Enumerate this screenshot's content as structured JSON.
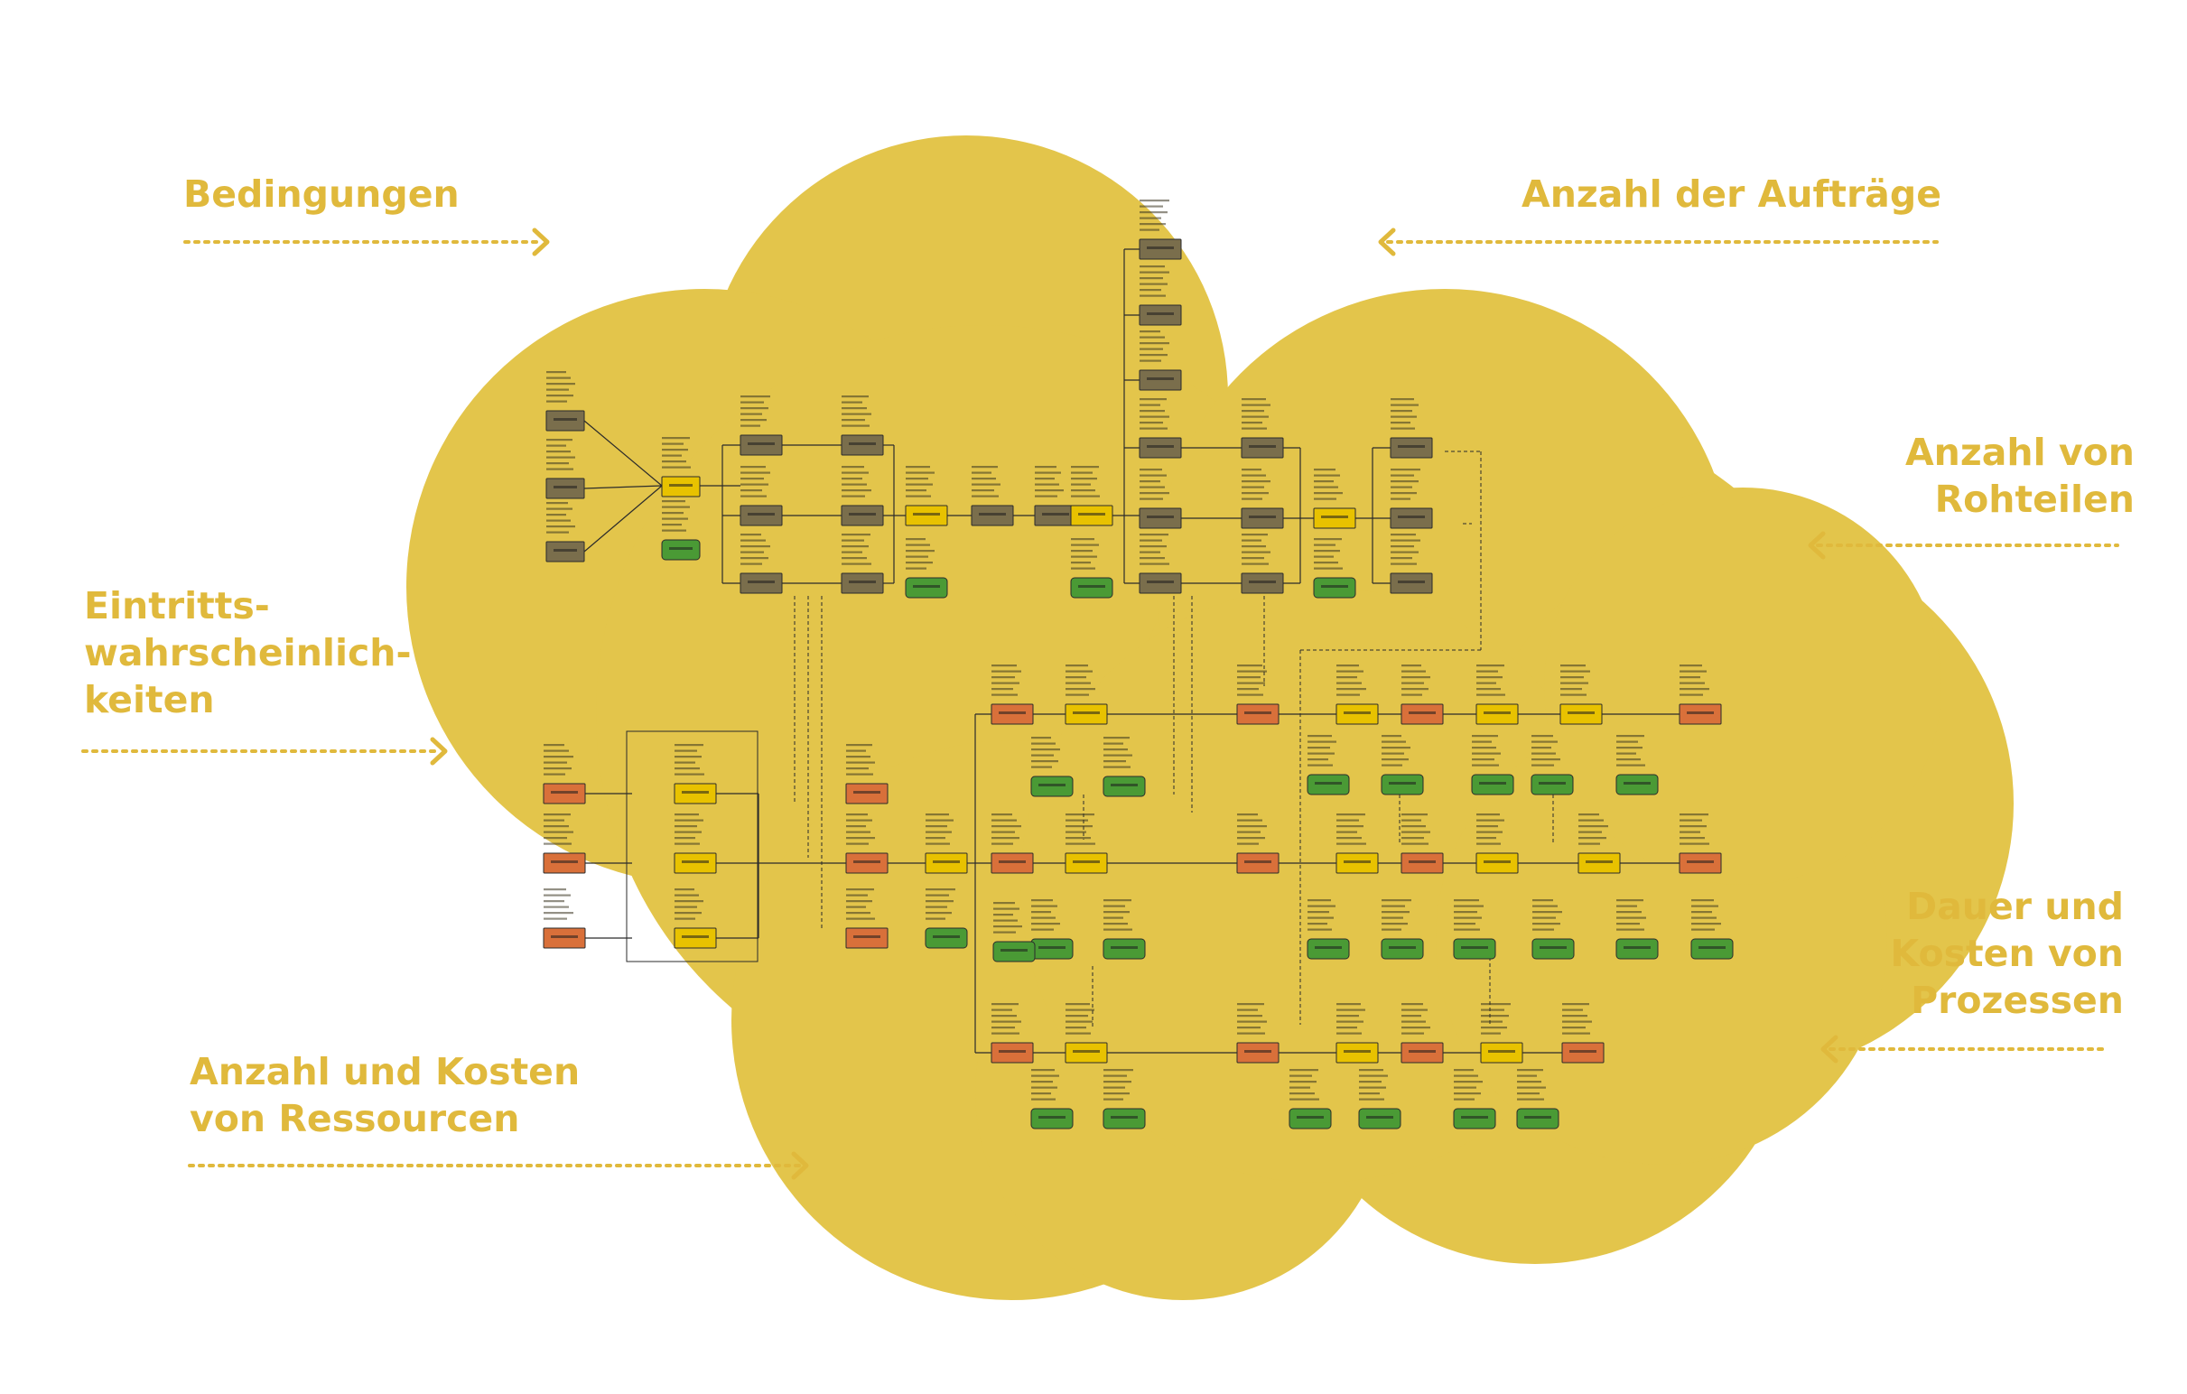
{
  "labels": {
    "bedingungen": [
      "Bedingungen"
    ],
    "auftraege": [
      "Anzahl der Aufträge"
    ],
    "rohteile": [
      "Anzahl von",
      "Rohteilen"
    ],
    "eintritt": [
      "Eintritts-",
      "wahrscheinlich-",
      "keiten"
    ],
    "prozesse": [
      "Dauer und",
      "Kosten von",
      "Prozessen"
    ],
    "ressourcen": [
      "Anzahl und Kosten",
      "von Ressourcen"
    ]
  },
  "colors": {
    "cloud": "#e3c54b",
    "accent": "#e0b93c",
    "node_gray": "#7a6e4c",
    "node_yellow": "#e8c200",
    "node_orange": "#d9703a",
    "node_green": "#4a9a35"
  }
}
